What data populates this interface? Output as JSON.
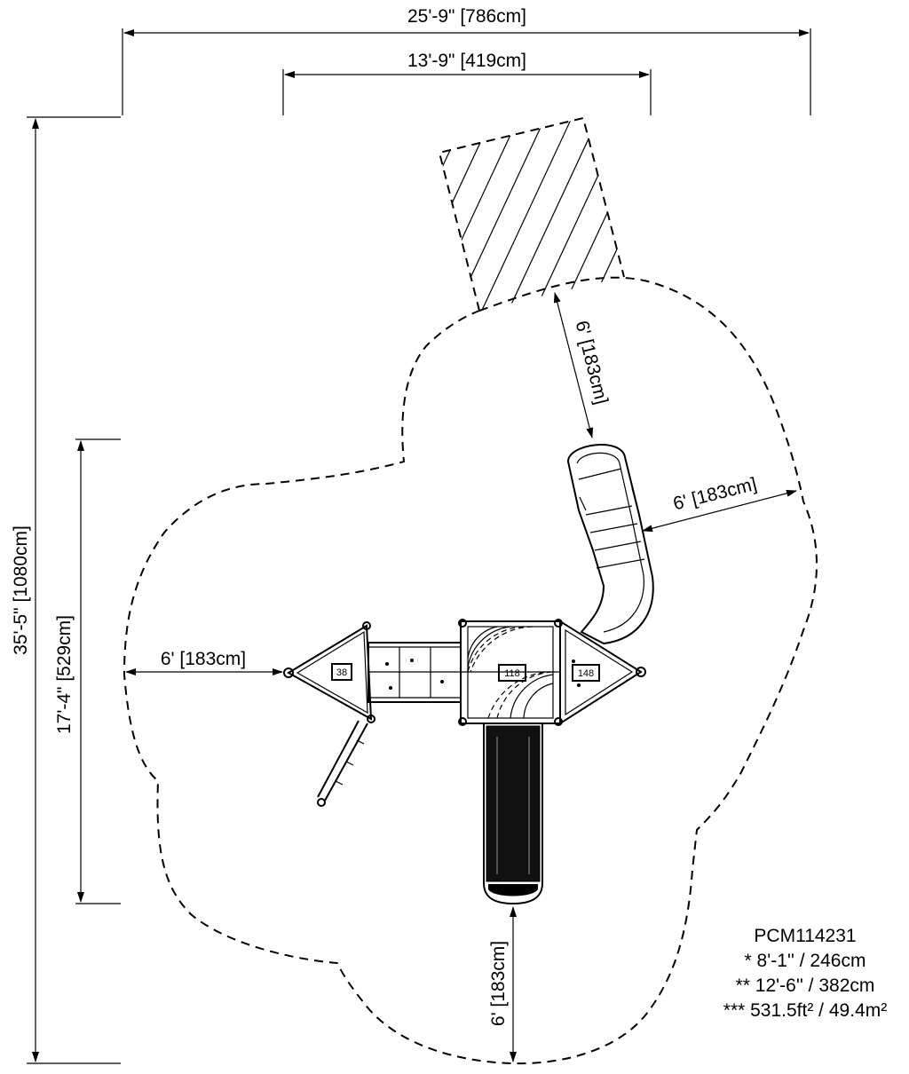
{
  "dimensions": {
    "overall_width": "25'-9\" [786cm]",
    "inner_width": "13'-9\" [419cm]",
    "overall_length": "35'-5\" [1080cm]",
    "inner_length": "17'-4\" [529cm]",
    "clearance_top": "6' [183cm]",
    "clearance_right": "6' [183cm]",
    "clearance_left": "6' [183cm]",
    "clearance_bottom": "6' [183cm]"
  },
  "platforms": {
    "left": "38",
    "center": "118",
    "right": "148"
  },
  "info": {
    "model": "PCM114231",
    "height_1": "* 8'-1'' / 246cm",
    "height_2": "** 12'-6'' / 382cm",
    "area": "*** 531.5ft² / 49.4m²"
  }
}
